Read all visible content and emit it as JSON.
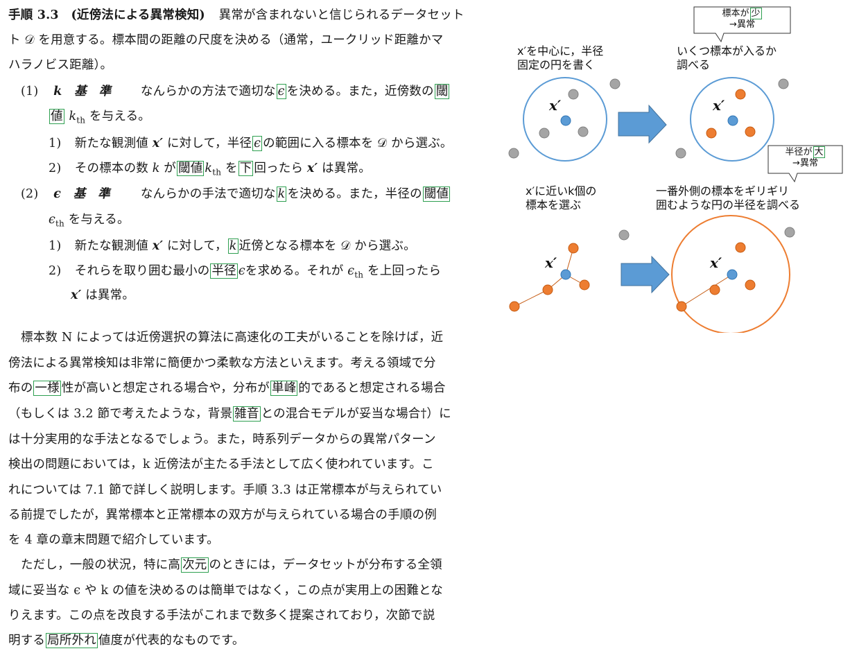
{
  "procedure": {
    "title": "手順 3.3　(近傍法による異常検知)",
    "lines": {
      "l1": "異常が含まれないと信じられるデータセット",
      "l2": "ト 𝒟 を用意する。標本間の距離の尺度を決める（通常，ユークリッド距離かマ",
      "l3": "ハラノビス距離）。"
    },
    "k_criterion": {
      "label": "(1)",
      "name": "k　基　準",
      "l1a": "なんらかの方法で適切な",
      "eps": "ϵ",
      "l1b": "を決める。また，近傍数の",
      "l1c": "閾",
      "l2a": "値",
      "l2b": "k",
      "l2c": "th",
      "l2d": " を与える。",
      "s1_num": "1)",
      "s1a": "新たな観測値 ",
      "s1x": "x′",
      "s1b": " に対して，半径",
      "s1eps": "ϵ",
      "s1c": "の範囲に入る標本を 𝒟 から選ぶ。",
      "s2_num": "2)",
      "s2a": "その標本の数 ",
      "s2k": "k",
      "s2b": " が",
      "s2thr": "閾値",
      "s2kth": "k",
      "s2th": "th",
      "s2c": " を",
      "s2below": "下",
      "s2d": "回ったら ",
      "s2x": "x′",
      "s2e": " は異常。"
    },
    "eps_criterion": {
      "label": "(2)",
      "name": "ϵ　基　準",
      "l1a": "なんらかの手法で適切な",
      "k": "k",
      "l1b": "を決める。また，半径の",
      "l1thr": "閾値",
      "l2a": "ϵ",
      "l2th": "th",
      "l2b": " を与える。",
      "s1_num": "1)",
      "s1a": "新たな観測値 ",
      "s1x": "x′",
      "s1b": " に対して，",
      "s1k": "k",
      "s1c": "近傍となる標本を 𝒟 から選ぶ。",
      "s2_num": "2)",
      "s2a": "それらを取り囲む最小の",
      "s2radius": "半径",
      "s2eps": "ϵ",
      "s2b": "を求める。それが ",
      "s2epsth": "ϵ",
      "s2th": "th",
      "s2c": " を上回ったら",
      "s3x": "x′",
      "s3a": " は異常。"
    }
  },
  "body_text": {
    "p1_l1": "標本数 N によっては近傍選択の算法に高速化の工夫がいることを除けば，近",
    "p1_l2": "傍法による異常検知は非常に簡便かつ柔軟な方法といえます。考える領域で分",
    "p1_l3a": "布の",
    "p1_l3hl1": "一様",
    "p1_l3b": "性が高いと想定される場合や，分布が",
    "p1_l3hl2": "単峰",
    "p1_l3c": "的であると想定される場合",
    "p1_l4a": "（もしくは 3.2 節で考えたような，背景",
    "p1_l4hl": "雑音",
    "p1_l4b": "との混合モデルが妥当な場合†）に",
    "p1_l5": "は十分実用的な手法となるでしょう。また，時系列データからの異常パターン",
    "p1_l6": "検出の問題においては，k 近傍法が主たる手法として広く使われています。こ",
    "p1_l7": "れについては 7.1 節で詳しく説明します。手順 3.3 は正常標本が与えられてい",
    "p1_l8": "る前提でしたが，異常標本と正常標本の双方が与えられている場合の手順の例",
    "p1_l9": "を 4 章の章末問題で紹介しています。",
    "p2_l1a": "ただし，一般の状況，特に高",
    "p2_l1hl": "次元",
    "p2_l1b": "のときには，データセットが分布する全領",
    "p2_l2": "域に妥当な ϵ や k の値を決めるのは簡単ではなく，この点が実用上の困難とな",
    "p2_l3": "りえます。この点を改良する手法がこれまで数多く提案されており，次節で説",
    "p2_l4a": "明する",
    "p2_l4hl": "局所外れ",
    "p2_l4b": "値度が代表的なものです。"
  },
  "diagram": {
    "top_left_caption_l1": "x′を中心に，半径",
    "top_left_caption_l2": "固定の円を書く",
    "top_right_caption_l1": "いくつ標本が入るか",
    "top_right_caption_l2": "調べる",
    "callout_top_a": "標本が",
    "callout_top_hl": "少",
    "callout_top_b": "→異常",
    "callout_bottom_a": "半径が",
    "callout_bottom_hl": "大",
    "callout_bottom_b": "→異常",
    "bottom_left_caption_l1": "x′に近いk個の",
    "bottom_left_caption_l2": "標本を選ぶ",
    "bottom_right_caption_l1": "一番外側の標本をギリギリ",
    "bottom_right_caption_l2": "囲むような円の半径を調べる",
    "x_label": "x′",
    "colors": {
      "circle_blue": "#5b9bd5",
      "circle_orange": "#ed7d31",
      "point_gray": "#a5a5a5",
      "point_blue": "#5b9bd5",
      "point_orange": "#ed7d31",
      "arrow_fill": "#5b9bd5",
      "highlight": "#2e9f50"
    }
  }
}
